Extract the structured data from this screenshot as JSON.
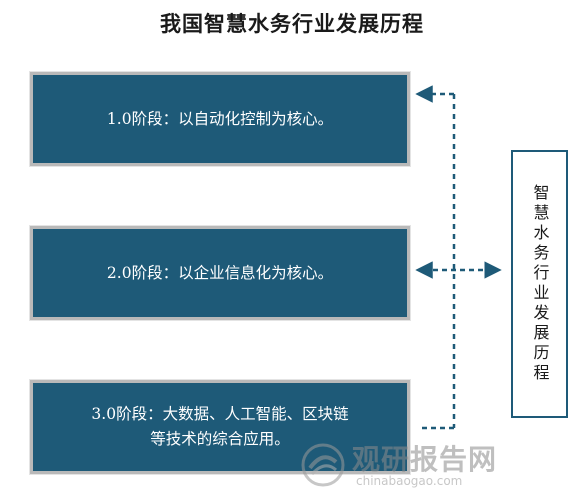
{
  "title": "我国智慧水务行业发展历程",
  "stages": [
    {
      "text": "1.0阶段：以自动化控制为核心。"
    },
    {
      "text": "2.0阶段：以企业信息化为核心。"
    },
    {
      "text": "3.0阶段：大数据、人工智能、区块链\n等技术的综合应用。"
    }
  ],
  "side_label": "智慧水务行业发展历程",
  "watermark": {
    "name": "观研报告网",
    "url": "chinabaogao.com"
  },
  "colors": {
    "box_fill": "#1e5a78",
    "connector": "#1e5a78",
    "box_border": "#b9b9b9"
  }
}
